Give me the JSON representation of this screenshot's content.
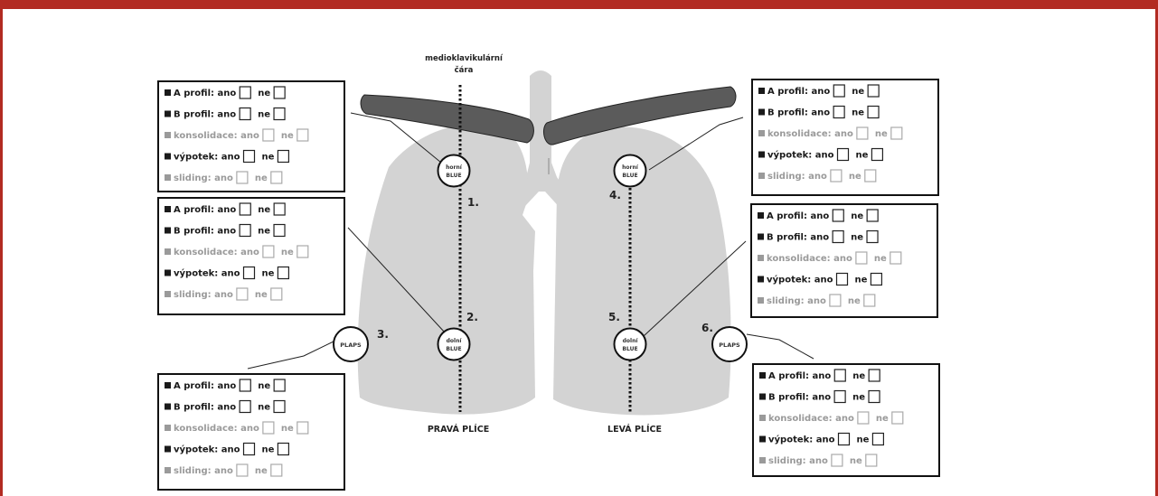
{
  "colors": {
    "accent": "#b22b22",
    "lung": "#d3d3d3",
    "clavicle": "#5b5b5b",
    "dark_text": "#1a1a1a",
    "gray_text": "#9a9a9a"
  },
  "labels": {
    "midclavicular_line_1": "medioklavikulární",
    "midclavicular_line_2": "čára",
    "right_lung": "PRAVÁ PLÍCE",
    "left_lung": "LEVÁ PLÍCE"
  },
  "points": [
    {
      "number": "1.",
      "line1": "horní",
      "line2": "BLUE"
    },
    {
      "number": "2.",
      "line1": "dolní",
      "line2": "BLUE"
    },
    {
      "number": "3.",
      "line1": "PLAPS",
      "line2": ""
    },
    {
      "number": "4.",
      "line1": "horní",
      "line2": "BLUE"
    },
    {
      "number": "5.",
      "line1": "dolní",
      "line2": "BLUE"
    },
    {
      "number": "6.",
      "line1": "PLAPS",
      "line2": ""
    }
  ],
  "form": {
    "rows": [
      {
        "label": "A profil: ano",
        "no": "ne",
        "tone": "dark"
      },
      {
        "label": "B profil: ano",
        "no": "ne",
        "tone": "dark"
      },
      {
        "label": "konsolidace: ano",
        "no": "ne",
        "tone": "gray"
      },
      {
        "label": "výpotek: ano",
        "no": "ne",
        "tone": "dark"
      },
      {
        "label": "sliding: ano",
        "no": "ne",
        "tone": "gray"
      }
    ]
  }
}
